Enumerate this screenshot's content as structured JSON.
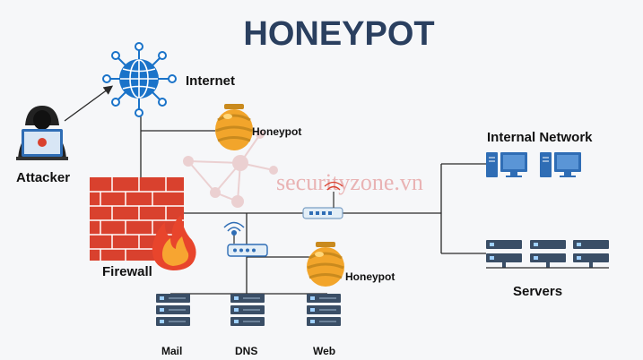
{
  "title": "HONEYPOT",
  "watermark": "securityzone.vn",
  "labels": {
    "internet": "Internet",
    "attacker": "Attacker",
    "honeypot_top": "Honeypot",
    "firewall": "Firewall",
    "internal_network": "Internal Network",
    "servers": "Servers",
    "honeypot_dmz": "Honeypot",
    "mail": "Mail",
    "dns": "DNS",
    "web": "Web"
  },
  "colors": {
    "title": "#2a3f5f",
    "globe": "#1a73c9",
    "brick": "#d9412e",
    "honey": "#f2a52b",
    "device_blue": "#2f6db5",
    "server_dark": "#3a4e66",
    "line": "#2a2a2a",
    "watermark": "#e7a3a3"
  }
}
